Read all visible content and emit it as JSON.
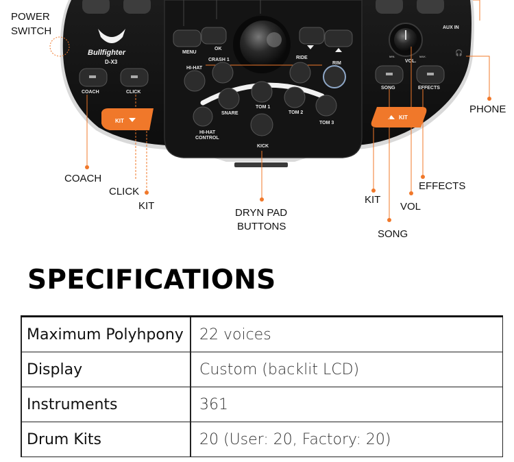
{
  "device": {
    "brand": "Bullfighter",
    "model": "D-X3",
    "panel_labels": {
      "menu": "MENU",
      "ok": "OK",
      "ride": "RIDE",
      "hi_hat": "HI-HAT",
      "crash_1": "CRASH 1",
      "rim": "RIM",
      "coach": "COACH",
      "click": "CLICK",
      "kit": "KIT",
      "snare": "SNARE",
      "tom_1": "TOM 1",
      "tom_2": "TOM 2",
      "tom_3": "TOM 3",
      "hi_hat_control_1": "HI-HAT",
      "hi_hat_control_2": "CONTROL",
      "kick": "KICK",
      "song": "SONG",
      "effects": "EFFECTS",
      "vol": "VOL.",
      "min": "MIN.",
      "max": "MAX.",
      "aux_in": "AUX IN"
    }
  },
  "callouts": {
    "power_switch_1": "POWER",
    "power_switch_2": "SWITCH",
    "coach": "COACH",
    "click": "CLICK",
    "kit_left": "KIT",
    "drum_pad_1": "DRYN PAD",
    "drum_pad_2": "BUTTONS",
    "kit_right": "KIT",
    "song": "SONG",
    "vol": "VOL",
    "effects": "EFFECTS",
    "phone": "PHONE"
  },
  "accent_color": "#f0782a",
  "specs": {
    "title": "SPECIFICATIONS",
    "rows": [
      {
        "label": "Maximum Polyhpony",
        "value": "22 voices"
      },
      {
        "label": "Display",
        "value": "Custom (backlit LCD)"
      },
      {
        "label": "Instruments",
        "value": "361"
      },
      {
        "label": "Drum Kits",
        "value": "20 (User: 20, Factory: 20)"
      }
    ]
  }
}
